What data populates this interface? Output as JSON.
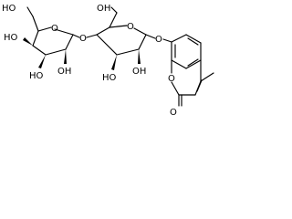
{
  "structure": {
    "labels": {
      "ho_top": "HO",
      "oh_top": "OH",
      "o_ring_left": "O",
      "o_glyco": "O",
      "o_ring_right": "O",
      "o_aryl": "O",
      "ho_left": "HO",
      "ho_mid": "HO",
      "oh_left_bottom": "OH",
      "oh_right_ring": "OH",
      "o_lactone": "O",
      "o_carbonyl": "O",
      "methyl": ""
    }
  }
}
